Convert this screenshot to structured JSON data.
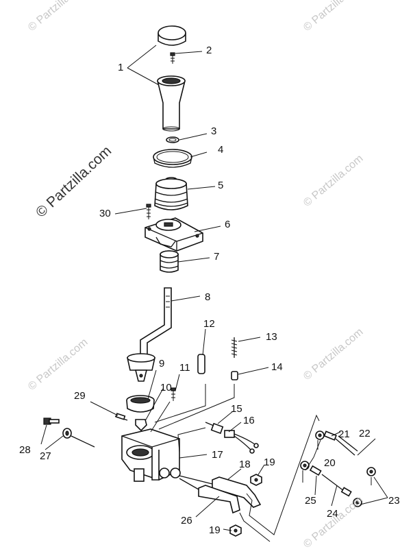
{
  "watermarks": {
    "copyright": "© Partzilla.com",
    "main": "© Partzilla.com"
  },
  "callouts": [
    "1",
    "2",
    "3",
    "4",
    "5",
    "6",
    "7",
    "8",
    "9",
    "10",
    "11",
    "12",
    "13",
    "14",
    "15",
    "16",
    "17",
    "18",
    "19",
    "19",
    "20",
    "21",
    "22",
    "23",
    "24",
    "25",
    "26",
    "27",
    "28",
    "29",
    "30"
  ]
}
